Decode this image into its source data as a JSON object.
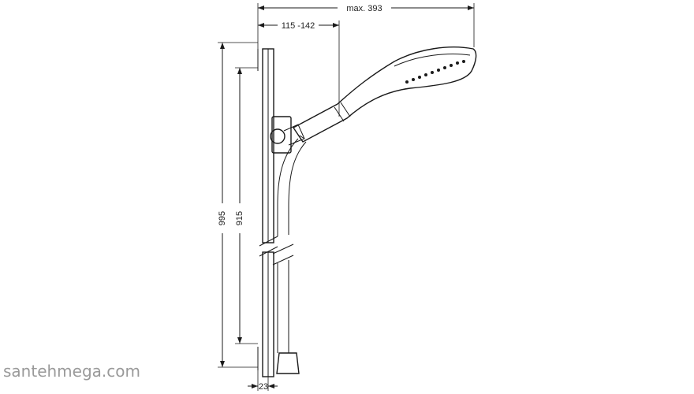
{
  "dimensions": {
    "max_reach": "max. 393",
    "holder_range": "115 -142",
    "total_height": "995",
    "bar_height": "915",
    "bar_width": "23"
  },
  "watermark": "santehmega.com"
}
